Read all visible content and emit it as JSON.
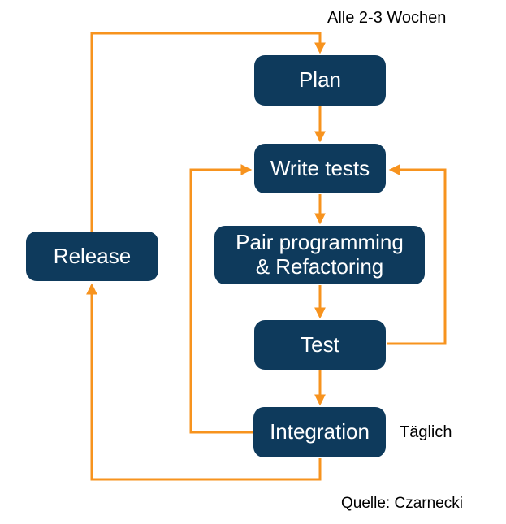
{
  "diagram": {
    "nodes": {
      "plan": "Plan",
      "write_tests": "Write tests",
      "pair": "Pair programming\n& Refactoring",
      "test": "Test",
      "integration": "Integration",
      "release": "Release"
    },
    "annotations": {
      "cycle_label": "Alle 2-3 Wochen",
      "daily_label": "Täglich",
      "source_label": "Quelle: Czarnecki"
    },
    "edges": [
      "plan -> write_tests",
      "write_tests -> pair",
      "pair -> test",
      "test -> integration",
      "test -> write_tests",
      "integration -> write_tests",
      "integration -> release",
      "release -> plan"
    ],
    "colors": {
      "node_fill": "#0e3a5c",
      "node_text": "#ffffff",
      "arrow": "#f7931e",
      "label_text": "#000000",
      "bg": "#ffffff"
    }
  }
}
